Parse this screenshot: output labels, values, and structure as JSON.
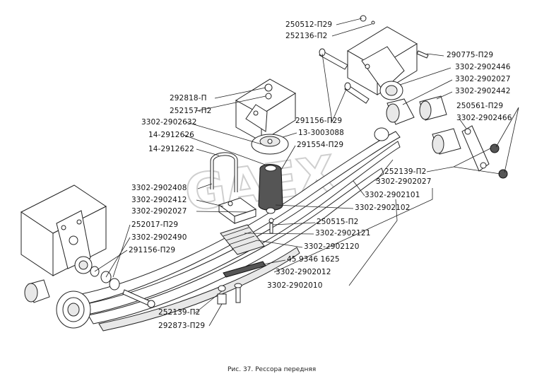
{
  "labels": [
    {
      "id": "l1",
      "text": "250512-П29"
    },
    {
      "id": "l2",
      "text": "252136-П2"
    },
    {
      "id": "l3",
      "text": "290775-П29"
    },
    {
      "id": "l4",
      "text": "3302-2902446"
    },
    {
      "id": "l5",
      "text": "3302-2902027"
    },
    {
      "id": "l6",
      "text": "3302-2902442"
    },
    {
      "id": "l7",
      "text": "250561-П29"
    },
    {
      "id": "l8",
      "text": "3302-2902466"
    },
    {
      "id": "l9",
      "text": "292818-П"
    },
    {
      "id": "l10",
      "text": "252157-П2"
    },
    {
      "id": "l11",
      "text": "291156-П29"
    },
    {
      "id": "l12",
      "text": "3302-2902632"
    },
    {
      "id": "l13",
      "text": "13-3003088"
    },
    {
      "id": "l14",
      "text": "14-2912626"
    },
    {
      "id": "l15",
      "text": "291554-П29"
    },
    {
      "id": "l16",
      "text": "14-2912622"
    },
    {
      "id": "l17",
      "text": "252139-П2"
    },
    {
      "id": "l18",
      "text": "3302-2902027"
    },
    {
      "id": "l19",
      "text": "3302-2902408"
    },
    {
      "id": "l20",
      "text": "3302-2902101"
    },
    {
      "id": "l21",
      "text": "3302-2902412"
    },
    {
      "id": "l22",
      "text": "3302-2902102"
    },
    {
      "id": "l23",
      "text": "3302-2902027"
    },
    {
      "id": "l24",
      "text": "250515-П2"
    },
    {
      "id": "l25",
      "text": "252017-П29"
    },
    {
      "id": "l26",
      "text": "3302-2902121"
    },
    {
      "id": "l27",
      "text": "3302-2902490"
    },
    {
      "id": "l28",
      "text": "3302-2902120"
    },
    {
      "id": "l29",
      "text": "291156-П29"
    },
    {
      "id": "l30",
      "text": "45 9346 1625"
    },
    {
      "id": "l31",
      "text": "3302-2902012"
    },
    {
      "id": "l32",
      "text": "3302-2902010"
    },
    {
      "id": "l33",
      "text": "252139-П2"
    },
    {
      "id": "l34",
      "text": "292873-П29"
    }
  ],
  "caption": "Рис. 37. Рессора передняя",
  "watermark": "GAEX"
}
